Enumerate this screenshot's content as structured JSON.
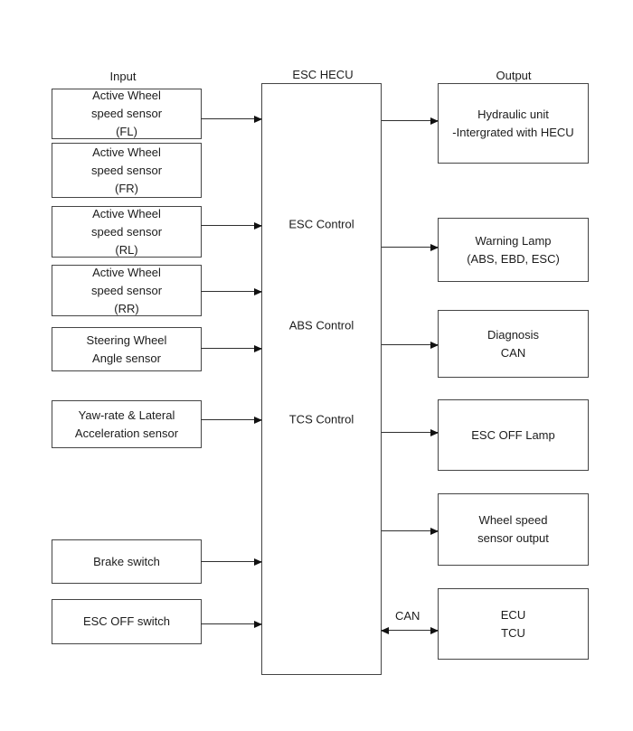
{
  "headers": {
    "input": "Input",
    "hecu": "ESC HECU",
    "output": "Output"
  },
  "hecu": {
    "functions": [
      "ESC Control",
      "ABS Control",
      "TCS Control"
    ]
  },
  "inputs": [
    {
      "lines": [
        "Active Wheel",
        "speed sensor",
        "(FL)"
      ]
    },
    {
      "lines": [
        "Active Wheel",
        "speed sensor",
        "(FR)"
      ]
    },
    {
      "lines": [
        "Active Wheel",
        "speed sensor",
        "(RL)"
      ]
    },
    {
      "lines": [
        "Active Wheel",
        "speed sensor",
        "(RR)"
      ]
    },
    {
      "lines": [
        "Steering Wheel",
        "Angle sensor"
      ]
    },
    {
      "lines": [
        "Yaw-rate & Lateral",
        "Acceleration sensor"
      ]
    },
    {
      "lines": [
        "Brake switch"
      ]
    },
    {
      "lines": [
        "ESC OFF switch"
      ]
    }
  ],
  "outputs": [
    {
      "lines": [
        "Hydraulic unit",
        "-Intergrated with HECU"
      ]
    },
    {
      "lines": [
        "Warning Lamp",
        "(ABS, EBD, ESC)"
      ]
    },
    {
      "lines": [
        "Diagnosis",
        "CAN"
      ]
    },
    {
      "lines": [
        "ESC OFF Lamp"
      ]
    },
    {
      "lines": [
        "Wheel speed",
        "sensor output"
      ]
    },
    {
      "lines": [
        "ECU",
        "TCU"
      ]
    }
  ],
  "can_bus_label": "CAN",
  "colors": {
    "background": "#ffffff",
    "border": "#454545",
    "text": "#1c1c1c",
    "arrow": "#111111"
  }
}
